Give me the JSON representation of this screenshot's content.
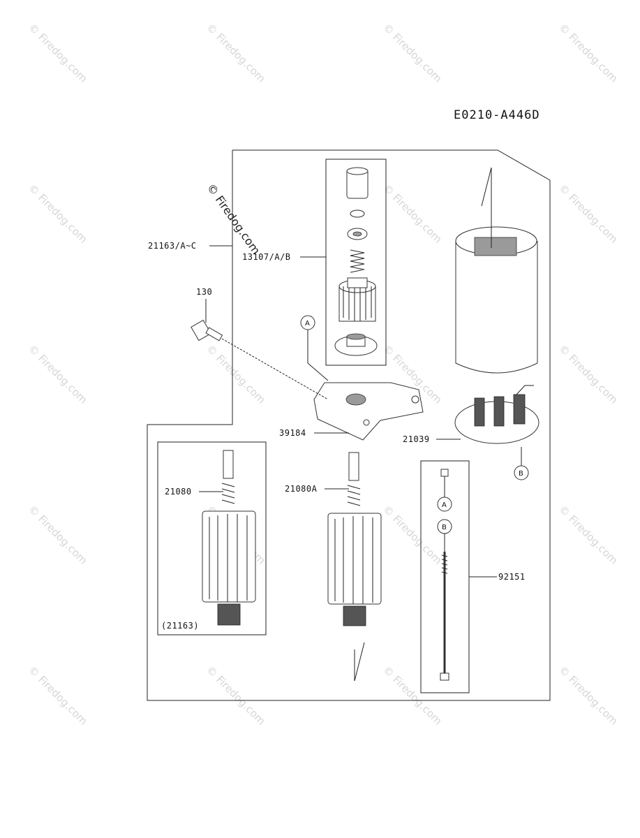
{
  "diagram": {
    "code": "E0210-A446D",
    "watermark": "© Firedog.com",
    "watermark_overlay": "© Firedog.com",
    "labels": {
      "starter_assy": "21163/A~C",
      "clutch_assy": "13107/A/B",
      "bolt": "130",
      "bracket": "39184",
      "brush_holder": "21039",
      "armature": "21080",
      "armature_a": "21080A",
      "armature_ref": "(21163)",
      "bolt_through": "92151",
      "marker_a": "A",
      "marker_b": "B"
    }
  }
}
